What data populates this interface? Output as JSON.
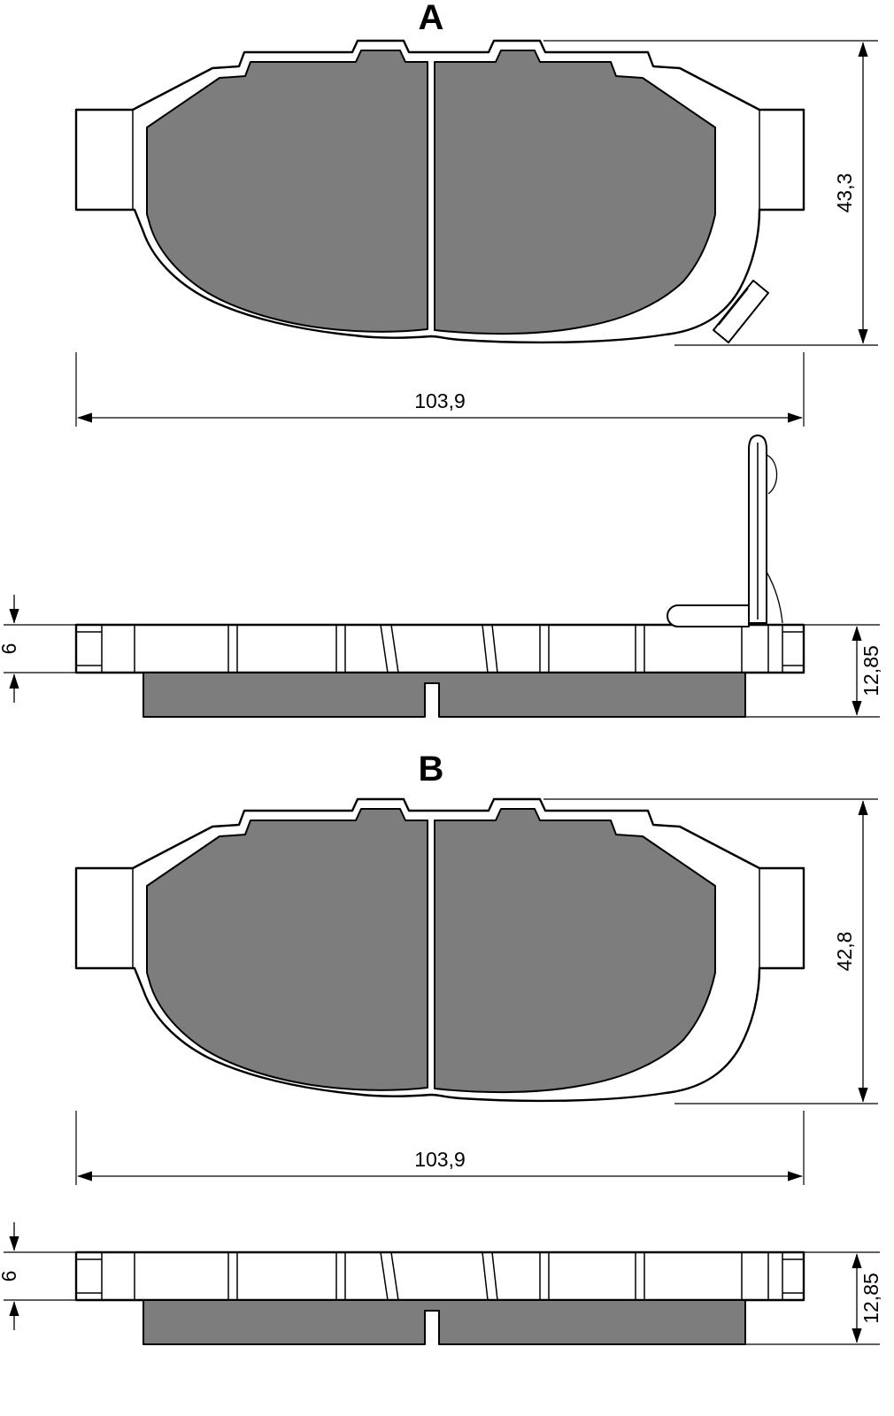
{
  "drawing": {
    "view_a": {
      "label": "A",
      "dims": {
        "width": "103,9",
        "height": "43,3",
        "plate_thickness": "6",
        "total_thickness": "12,85"
      }
    },
    "view_b": {
      "label": "B",
      "dims": {
        "width": "103,9",
        "height": "42,8",
        "plate_thickness": "6",
        "total_thickness": "12,85"
      }
    }
  },
  "colors": {
    "friction": "#7d7d7d",
    "line": "#000000",
    "background": "#ffffff"
  }
}
